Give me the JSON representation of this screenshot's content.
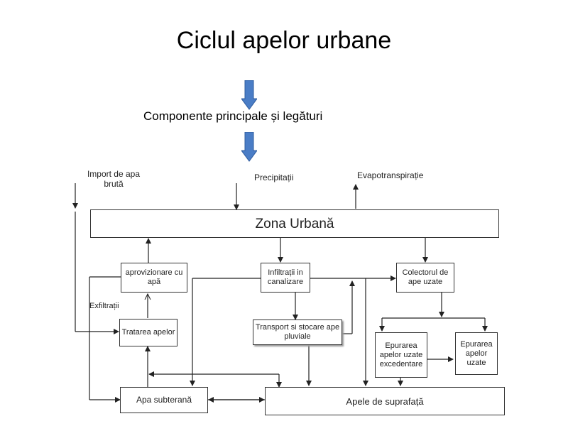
{
  "title": "Ciclul apelor urbane",
  "subtitle": "Componente principale și legături",
  "labels": {
    "import": "Import de apa brută",
    "precipitatii": "Precipitații",
    "evapotranspiratie": "Evapotranspirație",
    "exfiltratii": "Exfiltrații"
  },
  "boxes": {
    "zona_urbana": "Zona Urbană",
    "aprovizionare": "aprovizionare cu apă",
    "infiltratii": "Infiltrații in canalizare",
    "colectorul": "Colectorul de ape uzate",
    "tratarea": "Tratarea apelor",
    "transport": "Transport si stocare ape pluviale",
    "epurarea_exc": "Epurarea apelor uzate excedentare",
    "epurarea": "Epurarea apelor uzate",
    "apa_subterana": "Apa subterană",
    "apele_suprafata": "Apele de suprafață"
  },
  "colors": {
    "flow_arrow": "#4a7dc6",
    "line": "#222222"
  }
}
